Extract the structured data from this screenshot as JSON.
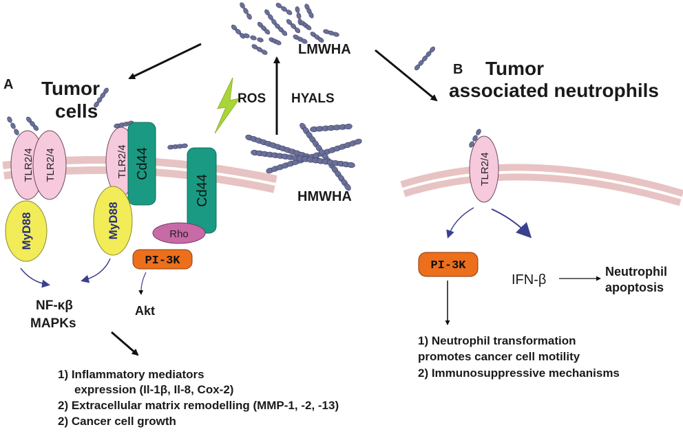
{
  "colors": {
    "tlr_fill": "#f6c9dc",
    "tlr_stroke": "#6b4a5a",
    "cd44_fill": "#1a9a82",
    "myd88_fill": "#f1ec57",
    "rho_fill": "#c86aa6",
    "pi3k_fill": "#ec6f1c",
    "membrane": "#e8c3c3",
    "arrow_blue": "#3a3f8f",
    "ha_bead": "#6b7099",
    "ros_bolt": "#a9d43a"
  },
  "icons": [
    "lightning-bolt-icon",
    "hyaluronan-chain-icon"
  ],
  "labels": {
    "lmwha": "LMWHA",
    "hmwha": "HMWHA",
    "ros": "ROS",
    "hyals": "HYALS",
    "panel_a": "A",
    "panel_b": "B",
    "tumor": "Tumor",
    "cells": "cells",
    "tan_line1": "Tumor",
    "tan_line2": "associated neutrophils",
    "tlr": "TLR2/4",
    "cd44": "Cd44",
    "myd88": "MyD88",
    "rho": "Rho",
    "pi3k": "PI-3K",
    "akt": "Akt",
    "nfkb": "NF-κβ",
    "mapks": "MAPKs",
    "ifn": "IFN-β",
    "neutrophil": "Neutrophil",
    "apoptosis": "apoptosis"
  },
  "left_list": [
    "1) Inflammatory mediators",
    "expression (Il-1β, Il-8, Cox-2)",
    "2) Extracellular matrix remodelling (MMP-1, -2, -13)",
    "2) Cancer cell growth"
  ],
  "right_list": [
    "1) Neutrophil transformation",
    "promotes cancer cell motility",
    "2) Immunosuppressive mechanisms"
  ]
}
